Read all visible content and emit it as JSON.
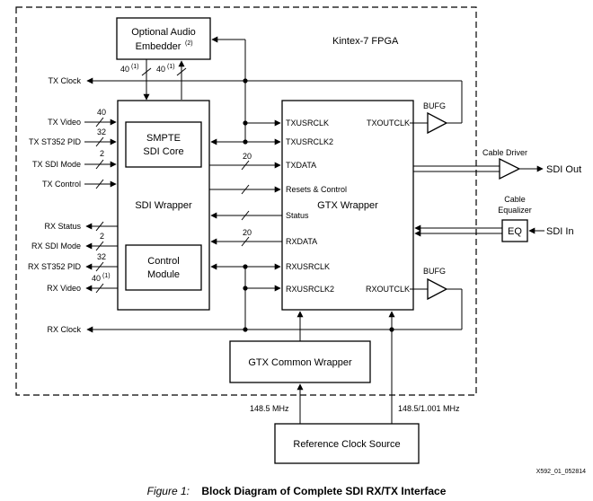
{
  "fpga_label": "Kintex-7 FPGA",
  "blocks": {
    "audio_line1": "Optional Audio",
    "audio_line2": "Embedder",
    "audio_sup": "(2)",
    "smpte_line1": "SMPTE",
    "smpte_line2": "SDI Core",
    "sdi_wrapper": "SDI Wrapper",
    "control_line1": "Control",
    "control_line2": "Module",
    "gtx_wrapper": "GTX Wrapper",
    "gtx_common": "GTX Common Wrapper",
    "ref_clock": "Reference Clock Source",
    "bufg_top": "BUFG",
    "bufg_bottom": "BUFG",
    "eq": "EQ"
  },
  "left_signals": {
    "tx_clock": "TX Clock",
    "tx_video": "TX Video",
    "tx_st352": "TX ST352 PID",
    "tx_sdi_mode": "TX SDI Mode",
    "tx_control": "TX Control",
    "rx_status": "RX Status",
    "rx_sdi_mode": "RX SDI Mode",
    "rx_st352": "RX ST352 PID",
    "rx_video": "RX Video",
    "rx_clock": "RX Clock"
  },
  "bus_widths": {
    "audio_left": "40",
    "audio_left_sup": "(1)",
    "audio_right": "40",
    "audio_right_sup": "(1)",
    "tx_video": "40",
    "tx_st352": "32",
    "tx_sdi_mode": "2",
    "txdata": "20",
    "rxdata": "20",
    "rx_sdi_mode": "2",
    "rx_st352": "32",
    "rx_video": "40",
    "rx_video_sup": "(1)"
  },
  "gtx_ports": {
    "txusrclk": "TXUSRCLK",
    "txusrclk2": "TXUSRCLK2",
    "txdata": "TXDATA",
    "resets": "Resets & Control",
    "status": "Status",
    "rxdata": "RXDATA",
    "rxusrclk": "RXUSRCLK",
    "rxusrclk2": "RXUSRCLK2",
    "txoutclk": "TXOUTCLK",
    "rxoutclk": "RXOUTCLK"
  },
  "right_side": {
    "cable_driver": "Cable Driver",
    "cable_eq_line1": "Cable",
    "cable_eq_line2": "Equalizer",
    "sdi_out": "SDI Out",
    "sdi_in": "SDI In"
  },
  "clocks": {
    "ref_148_5": "148.5 MHz",
    "ref_148_5_1001": "148.5/1.001 MHz"
  },
  "figure_id": "X592_01_052814",
  "caption_prefix": "Figure 1:",
  "caption_title": "Block Diagram of Complete SDI RX/TX Interface"
}
